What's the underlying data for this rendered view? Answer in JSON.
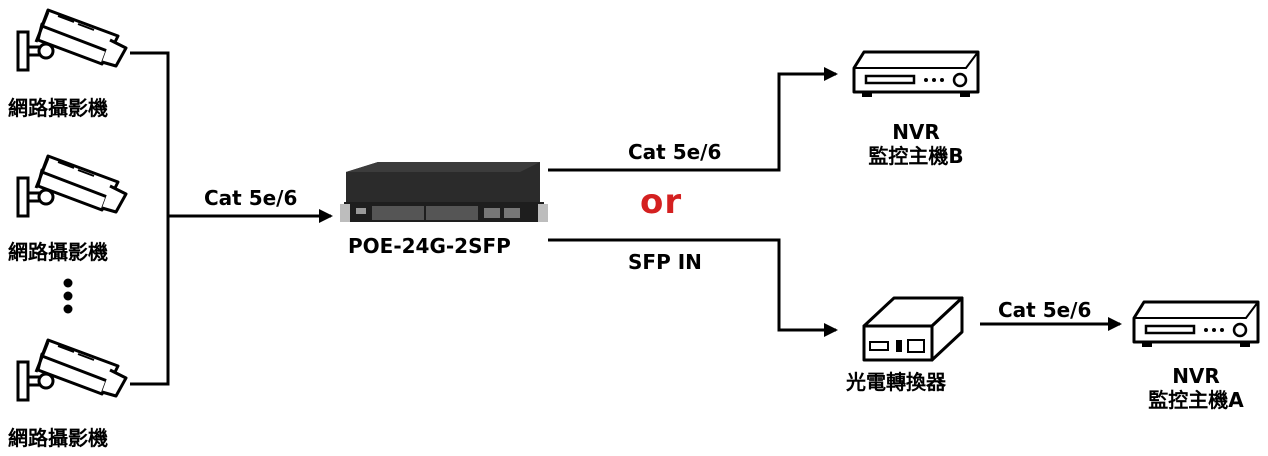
{
  "cameras": {
    "label": "網路攝影機",
    "count": 3
  },
  "links": {
    "camera_to_switch": "Cat 5e/6",
    "switch_to_nvr_b": "Cat 5e/6",
    "switch_to_converter": "SFP IN",
    "converter_to_nvr_a": "Cat 5e/6"
  },
  "switch": {
    "model": "POE-24G-2SFP"
  },
  "separator": "or",
  "nvr_b": {
    "line1": "NVR",
    "line2": "監控主機B"
  },
  "nvr_a": {
    "line1": "NVR",
    "line2": "監控主機A"
  },
  "converter": {
    "label": "光電轉換器"
  },
  "colors": {
    "line": "#000000",
    "or_text": "#d42020",
    "switch_body": "#2b2b2b"
  }
}
